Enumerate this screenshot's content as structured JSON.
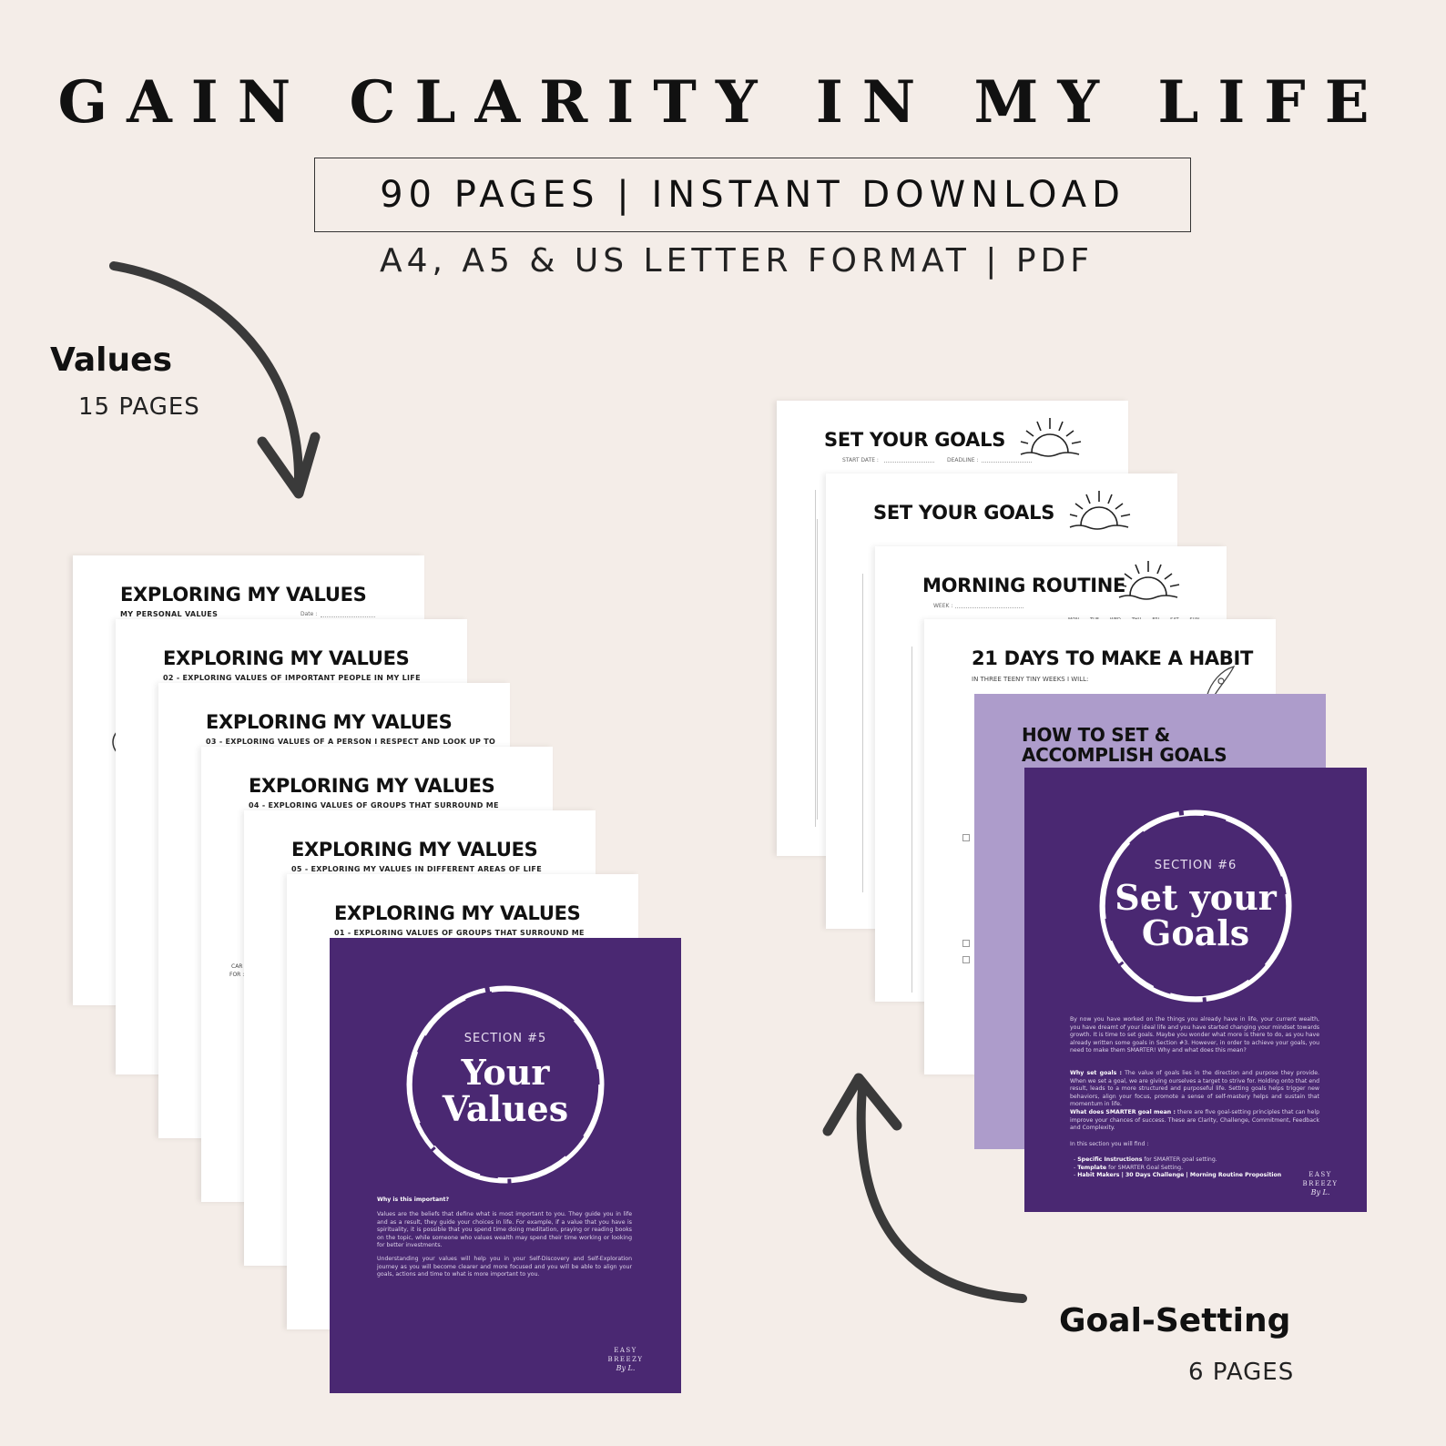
{
  "header": {
    "title": "GAIN CLARITY IN MY LIFE",
    "pages_download": "90 PAGES | INSTANT DOWNLOAD",
    "formats": "A4, A5 & US LETTER  FORMAT | PDF"
  },
  "values_section": {
    "label": "Values",
    "count": "15 PAGES",
    "pages": [
      {
        "title": "EXPLORING MY VALUES",
        "subtitle": "MY PERSONAL VALUES",
        "date_label": "Date :"
      },
      {
        "title": "EXPLORING MY VALUES",
        "subtitle": "02 - EXPLORING VALUES OF IMPORTANT PEOPLE IN MY LIFE"
      },
      {
        "title": "EXPLORING MY VALUES",
        "subtitle": "03 - EXPLORING VALUES OF A PERSON I RESPECT AND LOOK UP TO"
      },
      {
        "title": "EXPLORING MY VALUES",
        "subtitle": "04 - EXPLORING VALUES OF GROUPS THAT SURROUND ME"
      },
      {
        "title": "EXPLORING MY VALUES",
        "subtitle": "05 - EXPLORING MY VALUES IN DIFFERENT AREAS OF LIFE"
      },
      {
        "title": "EXPLORING MY VALUES",
        "subtitle": "01 - EXPLORING VALUES OF GROUPS THAT SURROUND ME"
      }
    ],
    "side_text": {
      "car": "CAR",
      "for": "FOR :"
    },
    "cover": {
      "section": "SECTION #5",
      "title_line1": "Your",
      "title_line2": "Values",
      "question": "Why is this important?",
      "paragraph1": "Values are the beliefs that define what is most important to you. They guide you in life and as a result, they guide your choices in life. For example, if a value that you have is spirituality, it is possible that you spend time doing meditation, praying or reading books on the topic, while someone who values wealth may spend their time working or looking for better investments.",
      "paragraph2": "Understanding your values will help you in your Self-Discovery and Self-Exploration journey as you will become clearer and more focused and you will be able to align your goals, actions and time to what is more important to you.",
      "logo_line1": "EASY",
      "logo_line2": "BREEZY",
      "logo_sig": "By L."
    }
  },
  "goals_section": {
    "label": "Goal-Setting",
    "count": "6 PAGES",
    "pages": [
      {
        "title": "SET YOUR GOALS",
        "start_label": "START DATE :",
        "deadline_label": "DEADLINE :"
      },
      {
        "title": "SET YOUR GOALS"
      },
      {
        "title": "MORNING ROUTINE",
        "week_label": "WEEK :",
        "days": [
          "MON",
          "TUE",
          "WED",
          "THU",
          "FRI",
          "SAT",
          "SUN"
        ]
      },
      {
        "title": "21 DAYS TO MAKE A HABIT",
        "subtitle": "IN THREE TEENY TINY WEEKS I WILL:"
      }
    ],
    "light_cover": {
      "title_line1": "HOW TO SET &",
      "title_line2": "ACCOMPLISH GOALS"
    },
    "cover": {
      "section": "SECTION #6",
      "title_line1": "Set your",
      "title_line2": "Goals",
      "paragraph1": "By now you have worked on the things you already have in life, your current wealth, you have dreamt of your ideal life and you have started changing your mindset towards growth. It is time to set goals. Maybe you wonder what more is there to do, as you have already written some goals in Section #3. However, in order to achieve your goals, you need to make them SMARTER! Why and what does this mean?",
      "why_label": "Why set goals :",
      "why_text": "The value of goals lies in the direction and purpose they provide. When we set a goal, we are giving ourselves a target to strive for. Holding onto that end result, leads to a more structured and purposeful life. Setting goals helps trigger new behaviors, align your focus, promote a sense of self-mastery helps and sustain that momentum in life.",
      "smarter_label": "What does SMARTER goal mean :",
      "smarter_text": "there are five goal-setting principles that can help improve your chances of success. These are Clarity, Challenge, Commitment, Feedback and Complexity.",
      "find_label": "In this section you will find :",
      "items": [
        {
          "bold": "Specific Instructions",
          "rest": " for SMARTER goal setting."
        },
        {
          "bold": "Template",
          "rest": " for SMARTER Goal Setting."
        },
        {
          "bold": "Habit Makers | 30 Days Challenge | Morning Routine Proposition",
          "rest": ""
        }
      ],
      "logo_line1": "EASY",
      "logo_line2": "BREEZY",
      "logo_sig": "By L."
    }
  },
  "colors": {
    "background": "#f4ede8",
    "purple": "#4a2872",
    "lavender": "#ad9ccb",
    "arrow": "#3a3a3a"
  },
  "icons": [
    "curved-arrow-down-icon",
    "curved-arrow-up-icon",
    "sunrise-icon",
    "rocket-icon"
  ]
}
